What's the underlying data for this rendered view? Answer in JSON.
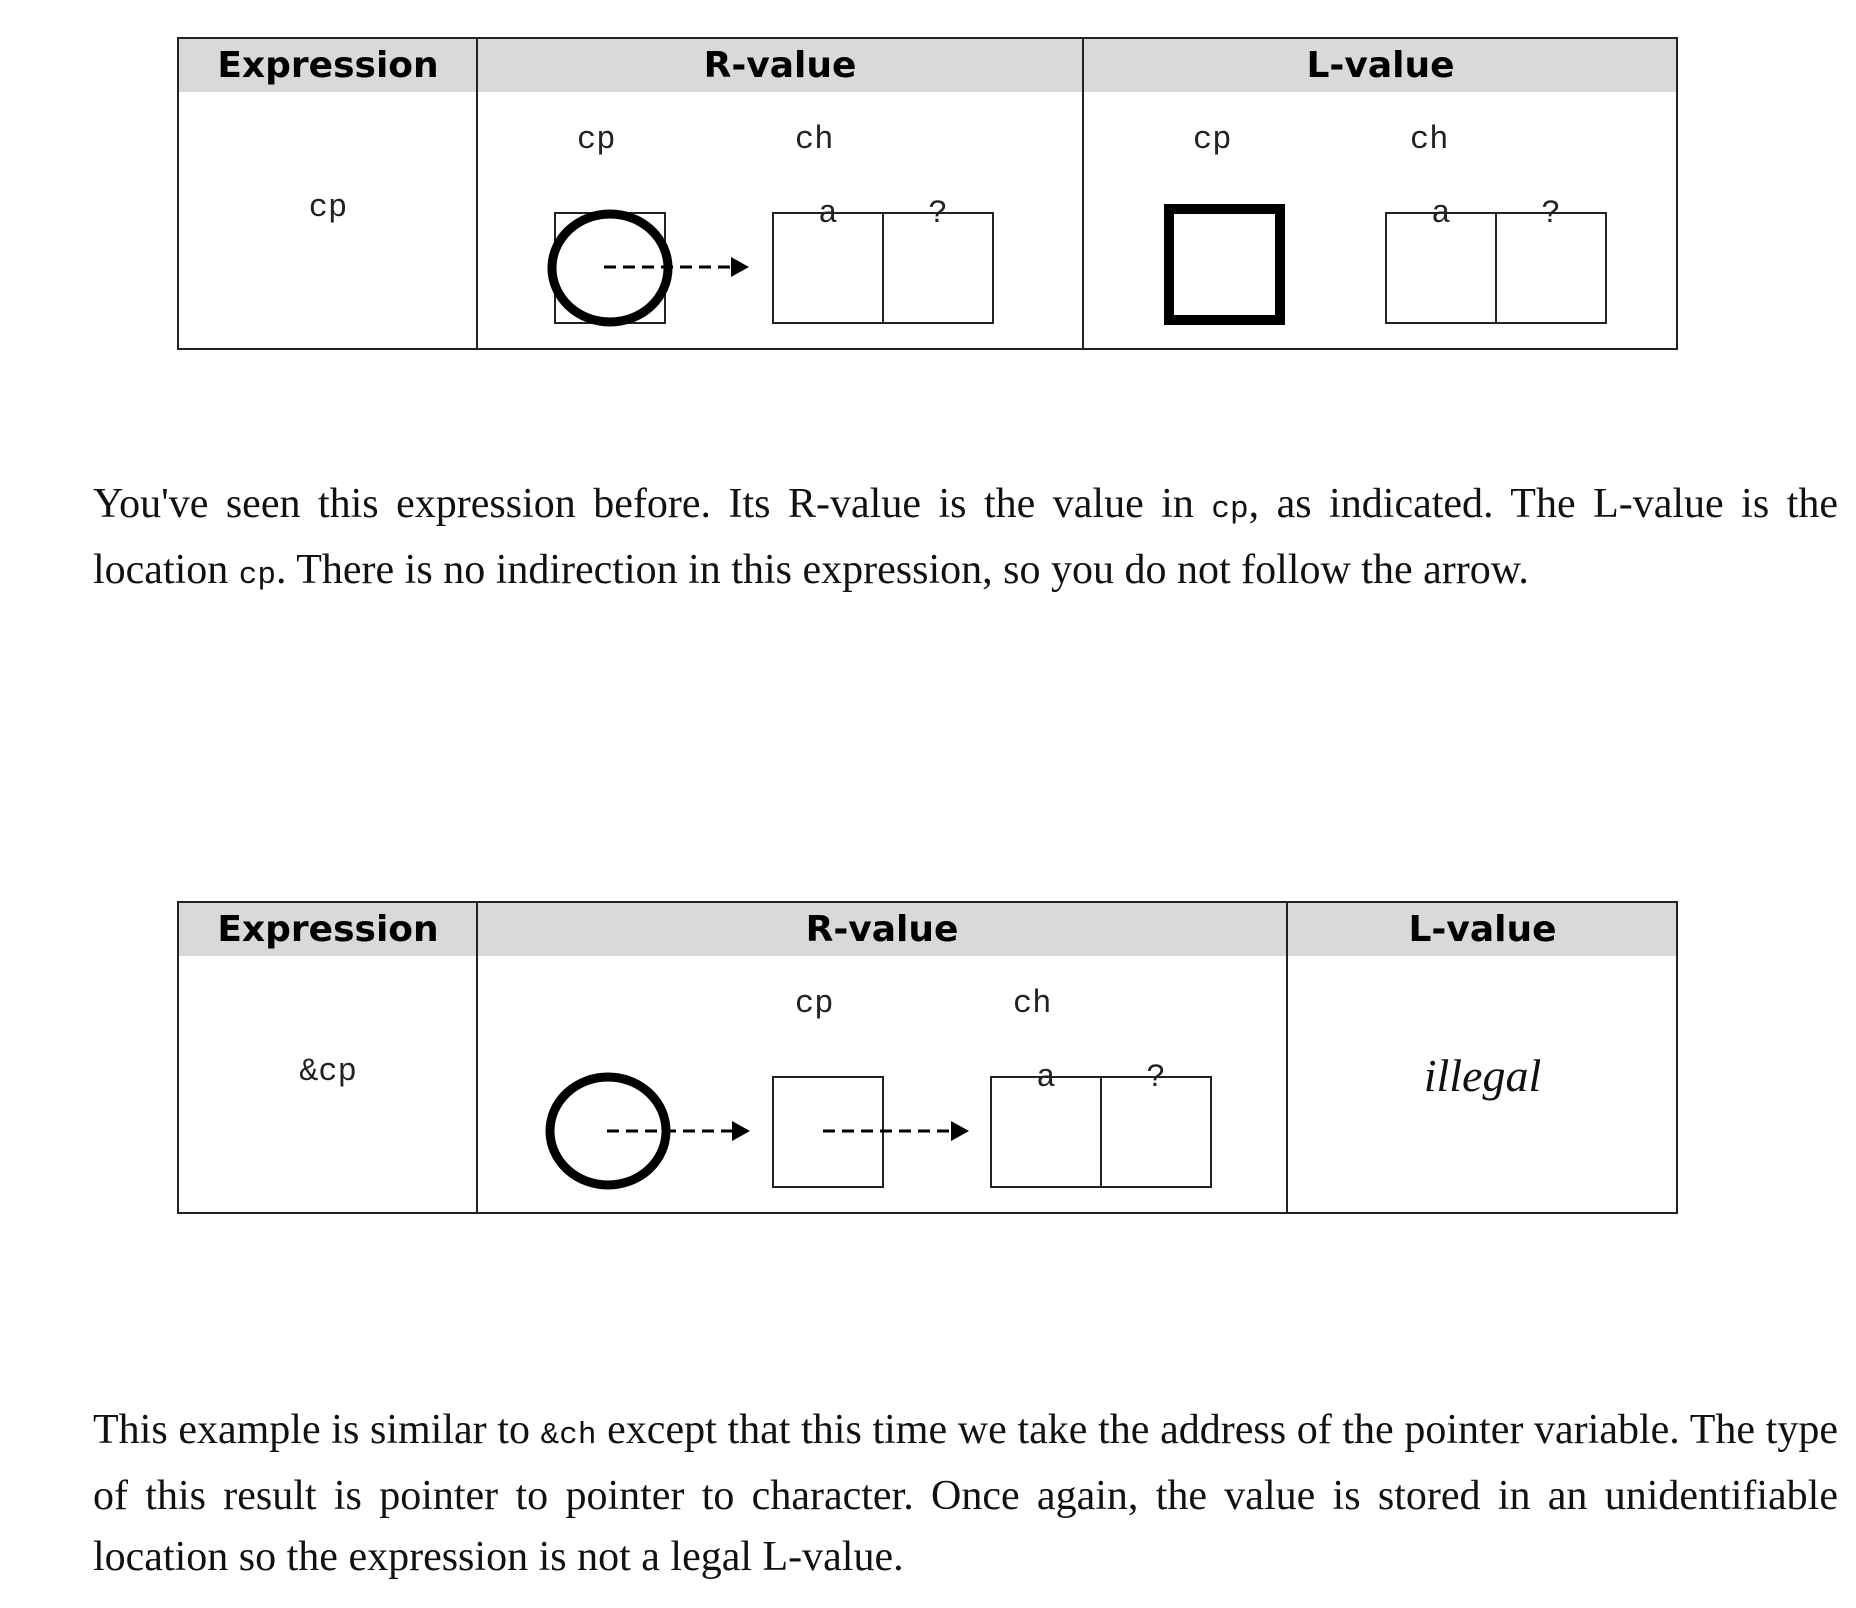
{
  "table1": {
    "headers": {
      "expression": "Expression",
      "rvalue": "R-value",
      "lvalue": "L-value"
    },
    "expression": "cp",
    "rvalue": {
      "var_label_1": "cp",
      "var_label_2": "ch",
      "cell_1": "a",
      "cell_2": "?"
    },
    "lvalue": {
      "var_label_1": "cp",
      "var_label_2": "ch",
      "cell_1": "a",
      "cell_2": "?"
    }
  },
  "paragraph1": {
    "part1": "You've seen this expression before. Its R-value is the value in ",
    "code1": "cp",
    "part2": ", as indicated. The L-value is the location ",
    "code2": "cp",
    "part3": ". There is no indirection in this expression, so you do not follow the arrow."
  },
  "table2": {
    "headers": {
      "expression": "Expression",
      "rvalue": "R-value",
      "lvalue": "L-value"
    },
    "expression": "&cp",
    "rvalue": {
      "var_label_1": "cp",
      "var_label_2": "ch",
      "cell_1": "a",
      "cell_2": "?"
    },
    "lvalue": {
      "text": "illegal"
    }
  },
  "paragraph2": {
    "part1": "This example is similar to ",
    "code1": "&ch",
    "part2": " except that this time we take the address of the pointer variable. The type of this result is pointer to pointer to character. Once again, the value is stored in an unidentifiable location so the expression is not a legal L-value."
  }
}
